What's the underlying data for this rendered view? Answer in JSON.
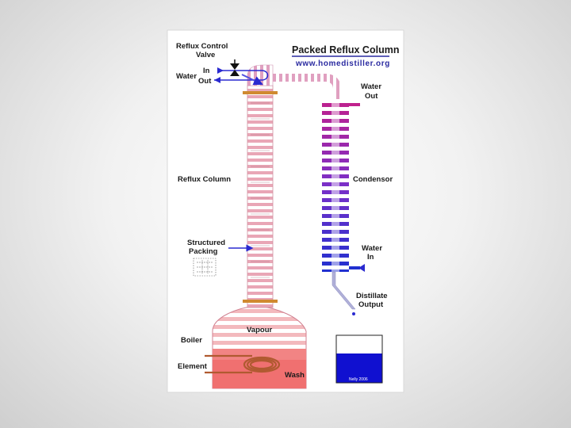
{
  "diagram": {
    "title": "Packed Reflux Column",
    "url": "www.homedistiller.org",
    "labels": {
      "reflux_control_line1": "Reflux Control",
      "reflux_control_line2": "Valve",
      "water": "Water",
      "water_in": "In",
      "water_out": "Out",
      "condenser_water_out_line1": "Water",
      "condenser_water_out_line2": "Out",
      "reflux_column": "Reflux Column",
      "condensor": "Condensor",
      "structured_packing_line1": "Structured",
      "structured_packing_line2": "Packing",
      "condenser_water_in_line1": "Water",
      "condenser_water_in_line2": "In",
      "distillate_output_line1": "Distillate",
      "distillate_output_line2": "Output",
      "vapour": "Vapour",
      "boiler": "Boiler",
      "element": "Element",
      "wash": "Wash",
      "credit": "Nelly 2006"
    },
    "colors": {
      "column_stripe": "#e8a0b0",
      "condenser_hot": "#c0208c",
      "condenser_cold": "#2030d0",
      "arrow_blue": "#2a2ad0",
      "wash": "#f07070",
      "boiler_stripe": "#f4b8bc",
      "coil": "#b05a30",
      "receiver_liquid": "#1010d0"
    },
    "icons": [
      "valve-icon",
      "arrow-icon",
      "packing-icon",
      "heating-coil-icon"
    ]
  }
}
